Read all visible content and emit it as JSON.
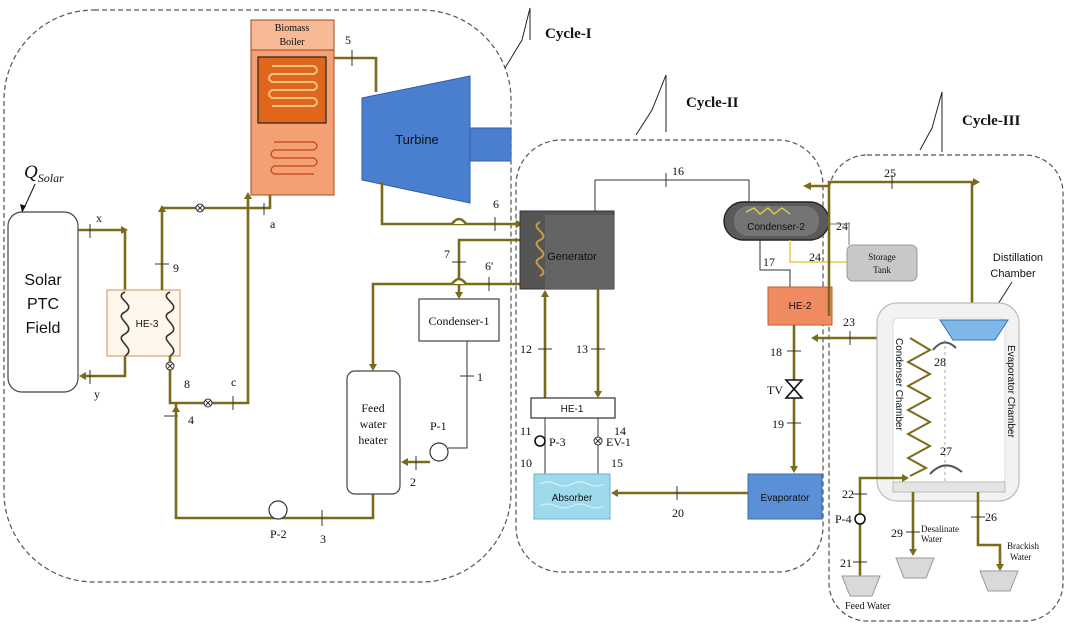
{
  "cycles": {
    "c1": "Cycle-I",
    "c2": "Cycle-II",
    "c3": "Cycle-III"
  },
  "components": {
    "solar_field_line1": "Solar",
    "solar_field_line2": "PTC",
    "solar_field_line3": "Field",
    "q_solar_main": "Q",
    "q_solar_sub": "Solar",
    "biomass_line1": "Biomass",
    "biomass_line2": "Boiler",
    "turbine": "Turbine",
    "he3": "HE-3",
    "condenser1": "Condenser-1",
    "feedwater_line1": "Feed",
    "feedwater_line2": "water",
    "feedwater_line3": "heater",
    "generator": "Generator",
    "he1": "HE-1",
    "absorber": "Absorber",
    "evaporator": "Evaporator",
    "condenser2": "Condenser-2",
    "storage_line1": "Storage",
    "storage_line2": "Tank",
    "he2": "HE-2",
    "tv": "TV",
    "distillation_line1": "Distillation",
    "distillation_line2": "Chamber",
    "condenser_chamber": "Condenser Chamber",
    "evaporator_chamber": "Evaporator Chamber",
    "desalinate_line1": "Desalinate",
    "desalinate_line2": "Water",
    "brackish_line1": "Brackish",
    "brackish_line2": "Water",
    "feed_water": "Feed Water"
  },
  "pumps": {
    "p1": "P-1",
    "p2": "P-2",
    "p3": "P-3",
    "p4": "P-4",
    "ev1": "EV-1"
  },
  "states": {
    "s1": "1",
    "s2": "2",
    "s3": "3",
    "s4": "4",
    "s5": "5",
    "s6": "6",
    "s6p": "6'",
    "s7": "7",
    "s8": "8",
    "s9": "9",
    "s10": "10",
    "s11": "11",
    "s12": "12",
    "s13": "13",
    "s14": "14",
    "s15": "15",
    "s16": "16",
    "s17": "17",
    "s18": "18",
    "s19": "19",
    "s20": "20",
    "s21": "21",
    "s22": "22",
    "s23": "23",
    "s24": "24",
    "s24p": "24'",
    "s25": "25",
    "s26": "26",
    "s27": "27",
    "s28": "28",
    "s29": "29",
    "sa": "a",
    "sc": "c",
    "sx": "x",
    "sy": "y"
  },
  "colors": {
    "pipe": "#7a6a1a",
    "boiler_outer": "#f3a072",
    "boiler_inner": "#e0661c",
    "turbine": "#4a7fcf",
    "generator": "#555555",
    "absorber": "#9fd9ec",
    "evaporator": "#5b8fd6",
    "he2": "#f08a60",
    "storage": "#c8c8c8"
  }
}
